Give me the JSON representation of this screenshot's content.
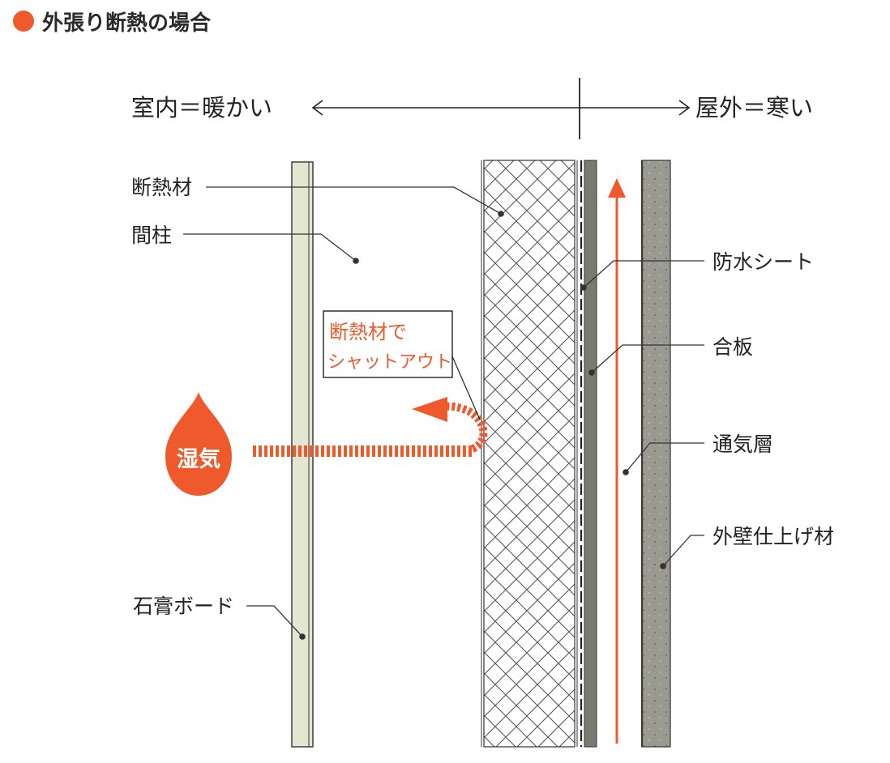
{
  "heading": {
    "text": "外張り断熱の場合",
    "bullet_color": "#ee5a2c"
  },
  "direction": {
    "inside": "室内＝暖かい",
    "outside": "屋外＝寒い"
  },
  "labels": {
    "insulation": "断熱材",
    "stud": "間柱",
    "gypsum_board": "石膏ボード",
    "waterproof_sheet": "防水シート",
    "plywood": "合板",
    "air_layer": "通気層",
    "exterior_finish": "外壁仕上げ材"
  },
  "callout": {
    "line1": "断熱材で",
    "line2": "シャットアウト"
  },
  "moisture": {
    "label": "湿気"
  },
  "colors": {
    "accent": "#ee5a2c",
    "leader": "#333333",
    "gypsum_fill": "#e4e6d2",
    "plywood_fill": "#7a7a70",
    "finish_fill": "#9a9a90"
  },
  "icons": {
    "heading_bullet": "orange-circle-icon",
    "moisture_drop": "water-drop-icon",
    "airflow_arrow": "arrow-up-icon",
    "blocked_arrow": "arrow-left-icon"
  }
}
